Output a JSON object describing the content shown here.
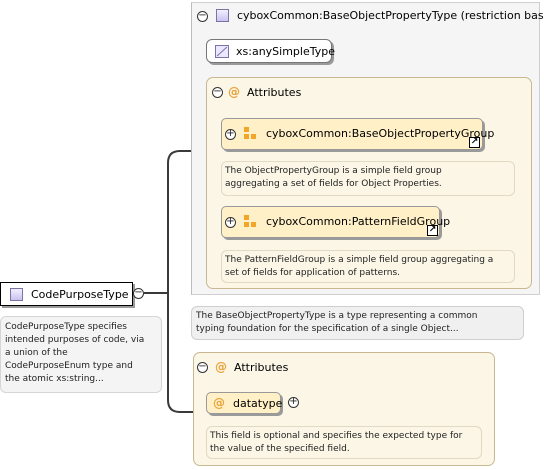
{
  "root": {
    "name": "CodePurposeType",
    "doc": "CodePurposeType specifies\nintended purposes of code, via\na union of the\nCodePurposeEnum type and\nthe atomic xs:string..."
  },
  "restriction": {
    "title": "cyboxCommon:BaseObjectPropertyType (restriction base)",
    "simple_type": "xs:anySimpleType",
    "attributes_label": "Attributes",
    "groups": [
      {
        "name": "cyboxCommon:BaseObjectPropertyGroup",
        "doc": "The ObjectPropertyGroup is a simple field group\naggregating a set of fields for Object Properties."
      },
      {
        "name": "cyboxCommon:PatternFieldGroup",
        "doc": "The PatternFieldGroup is a simple field group aggregating a\nset of fields for application of patterns."
      }
    ],
    "doc": "The BaseObjectPropertyType is a type representing a common\ntyping foundation for the specification of a single Object..."
  },
  "attributes": {
    "label": "Attributes",
    "items": [
      {
        "name": "datatype",
        "doc": "This field is optional and specifies the expected type for\nthe value of the specified field."
      }
    ]
  },
  "colors": {
    "panel_bg": "#f5f5f5",
    "attr_bg": "#fbf6e6",
    "attr_border": "#c8b892",
    "group_bg": "#fff0c8",
    "accent_orange": "#f1a629",
    "type_purple": "#cbc2ee"
  },
  "icons": [
    "collapse-icon",
    "expand-icon",
    "complex-type-icon",
    "simple-type-icon",
    "attribute-icon",
    "attribute-group-icon",
    "external-link-icon"
  ]
}
